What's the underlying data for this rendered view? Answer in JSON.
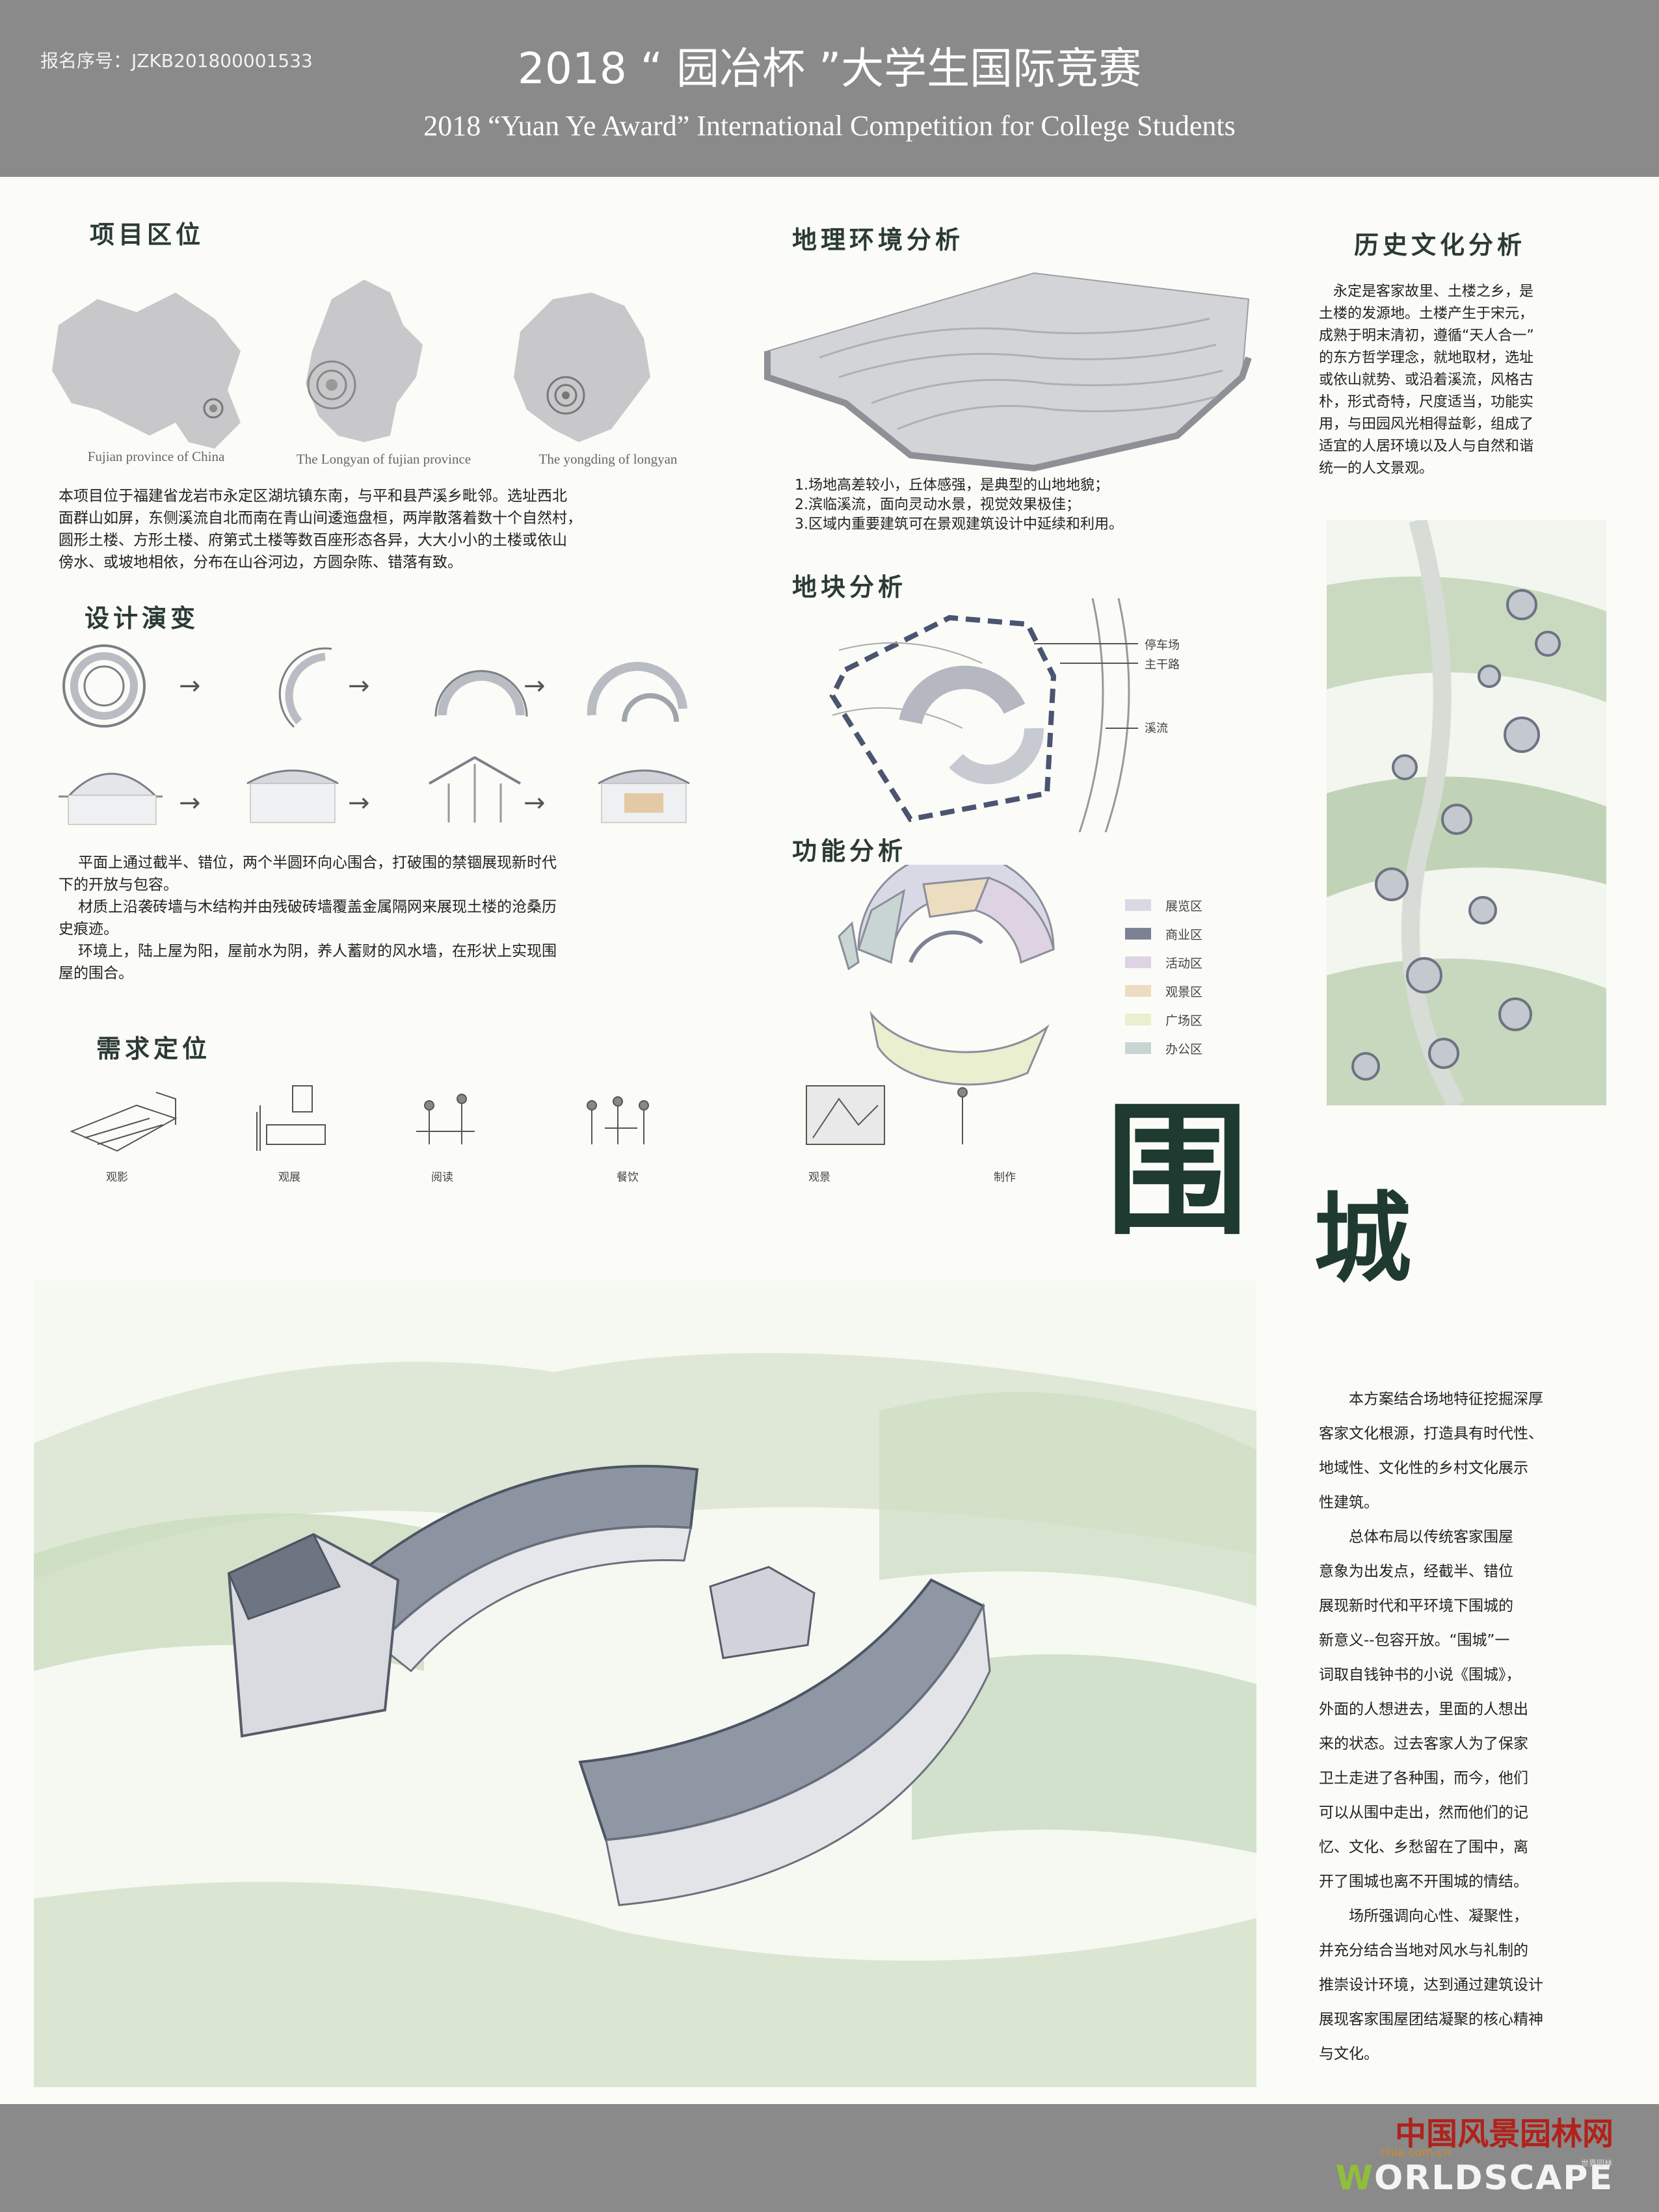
{
  "header": {
    "registration": "报名序号：JZKB201800001533",
    "title_cn": "2018 “ 园冶杯 ”大学生国际竞赛",
    "title_en": "2018 “Yuan Ye Award” International Competition for College Students"
  },
  "location": {
    "heading": "项目区位",
    "captions": [
      "Fujian province of China",
      "The Longyan of fujian province",
      "The yongding of longyan"
    ],
    "lines": [
      "本项目位于福建省龙岩市永定区湖坑镇东南，与平和县芦溪乡毗邻。选址西北",
      "面群山如屏，东侧溪流自北而南在青山间逶迤盘桓，两岸散落着数十个自然村，",
      "圆形土楼、方形土楼、府第式土楼等数百座形态各异，大大小小的土楼或依山",
      "傍水、或坡地相依，分布在山谷河边，方圆杂陈、错落有致。"
    ]
  },
  "evolution": {
    "heading": "设计演变",
    "lines": [
      "平面上通过截半、错位，两个半圆环向心围合，打破围的禁锢展现新时代",
      "下的开放与包容。",
      "材质上沿袭砖墙与木结构并由残破砖墙覆盖金属隔网来展现土楼的沧桑历",
      "史痕迹。",
      "环境上，陆上屋为阳，屋前水为阴，养人蓄财的风水墙，在形状上实现围",
      "屋的围合。"
    ]
  },
  "demand": {
    "heading": "需求定位",
    "labels": [
      "观影",
      "观展",
      "阅读",
      "餐饮",
      "观景",
      "制作"
    ]
  },
  "geo": {
    "heading": "地理环境分析",
    "lines": [
      "1.场地高差较小，丘体感强，是典型的山地地貌；",
      "2.滨临溪流，面向灵动水景，视觉效果极佳；",
      "3.区域内重要建筑可在景观建筑设计中延续和利用。"
    ]
  },
  "plot": {
    "heading": "地块分析",
    "labels": [
      "停车场",
      "主干路",
      "溪流"
    ]
  },
  "function": {
    "heading": "功能分析",
    "legend": [
      {
        "label": "展览区",
        "color": "#d9d9e6"
      },
      {
        "label": "商业区",
        "color": "#7c8293"
      },
      {
        "label": "活动区",
        "color": "#ddd3e3"
      },
      {
        "label": "观景区",
        "color": "#ecdcc0"
      },
      {
        "label": "广场区",
        "color": "#e9efcf"
      },
      {
        "label": "办公区",
        "color": "#c9d5d2"
      }
    ]
  },
  "history": {
    "heading": "历史文化分析",
    "lines": [
      "永定是客家故里、土楼之乡，是",
      "土楼的发源地。土楼产生于宋元，",
      "成熟于明末清初，遵循“天人合一”",
      "的东方哲学理念，就地取材，选址",
      "或依山就势、或沿着溪流，风格古",
      "朴，形式奇特，尺度适当，功能实",
      "用，与田园风光相得益彰，组成了",
      "适宜的人居环境以及人与自然和谐",
      "统一的人文景观。"
    ]
  },
  "big_title": {
    "c1": "围",
    "c2": "城"
  },
  "description": {
    "lines": [
      "本方案结合场地特征挖掘深厚",
      "客家文化根源，打造具有时代性、",
      "地域性、文化性的乡村文化展示",
      "性建筑。",
      "总体布局以传统客家围屋",
      "意象为出发点，经截半、错位",
      "展现新时代和平环境下围城的",
      "新意义--包容开放。“围城”一",
      "词取自钱钟书的小说《围城》，",
      "外面的人想进去，里面的人想出",
      "来的状态。过去客家人为了保家",
      "卫土走进了各种围，而今，他们",
      "可以从围中走出，然而他们的记",
      "忆、文化、乡愁留在了围中，离",
      "开了围城也离不开围城的情结。",
      "场所强调向心性、凝聚性，",
      "并充分结合当地对风水与礼制的",
      "推崇设计环境，达到通过建筑设计",
      "展现客家围屋团结凝聚的核心精神",
      "与文化。"
    ]
  },
  "footer": {
    "logo_cn": "中国风景园林网",
    "logo_sub": "chla.com.cn",
    "logo_tag": "世界园林",
    "logo_en_first": "W",
    "logo_en_rest": "ORLDSCAPE"
  }
}
